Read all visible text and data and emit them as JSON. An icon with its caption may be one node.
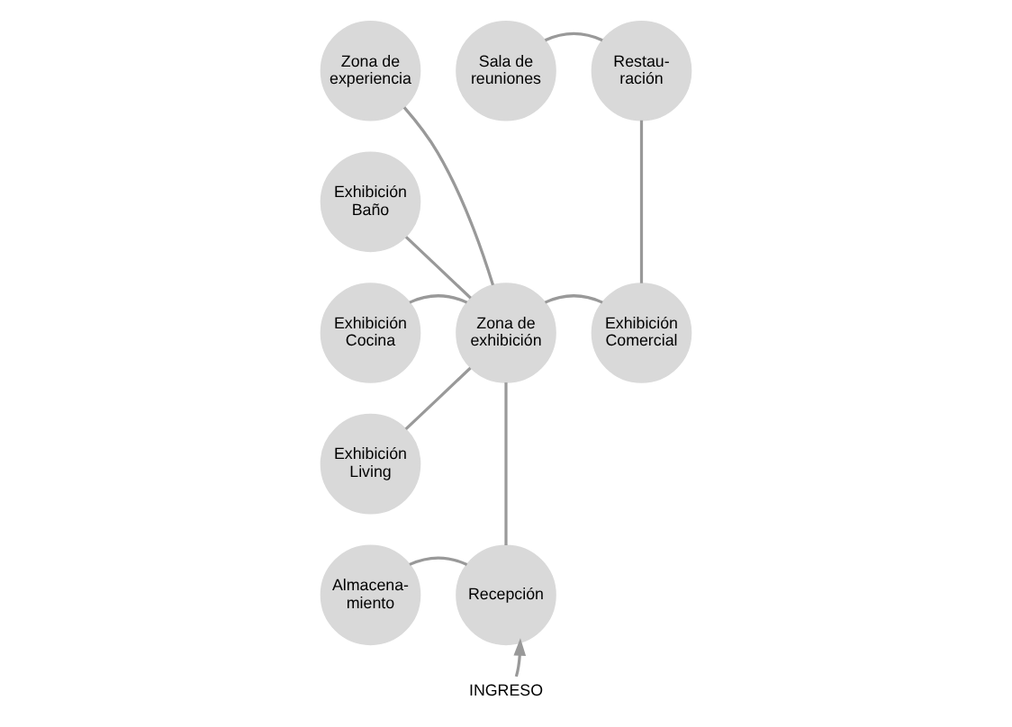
{
  "diagram": {
    "nodes": [
      {
        "text": [
          "Zona de experiencia"
        ]
      },
      {
        "text": [
          "Sala de reuniones"
        ]
      },
      {
        "text": [
          "Restau- ración"
        ]
      },
      {
        "text": [
          "Exhibición Baño"
        ]
      },
      {
        "text": [
          "Zona de exhibición"
        ]
      },
      {
        "text": [
          "Exhibición Cocina"
        ]
      },
      {
        "text": [
          "Exhibición Comercial"
        ]
      },
      {
        "text": [
          "Exhibición Living"
        ]
      },
      {
        "text": [
          "Almacena- miento"
        ]
      },
      {
        "text": [
          "Recepción"
        ]
      },
      {
        "text": [
          "INGRESO"
        ]
      }
    ],
    "edges": [
      {
        "from": 0,
        "to": 4,
        "arrow": "none"
      },
      {
        "from": 1,
        "to": 2,
        "arrow": "none"
      },
      {
        "from": 2,
        "to": 6,
        "arrow": "none"
      },
      {
        "from": 3,
        "to": 4,
        "arrow": "none"
      },
      {
        "from": 5,
        "to": 4,
        "arrow": "none"
      },
      {
        "from": 4,
        "to": 6,
        "arrow": "none"
      },
      {
        "from": 7,
        "to": 4,
        "arrow": "none"
      },
      {
        "from": 4,
        "to": 9,
        "arrow": "none"
      },
      {
        "from": 8,
        "to": 9,
        "arrow": "none"
      },
      {
        "from": 10,
        "to": 9,
        "arrow": "to"
      }
    ]
  }
}
